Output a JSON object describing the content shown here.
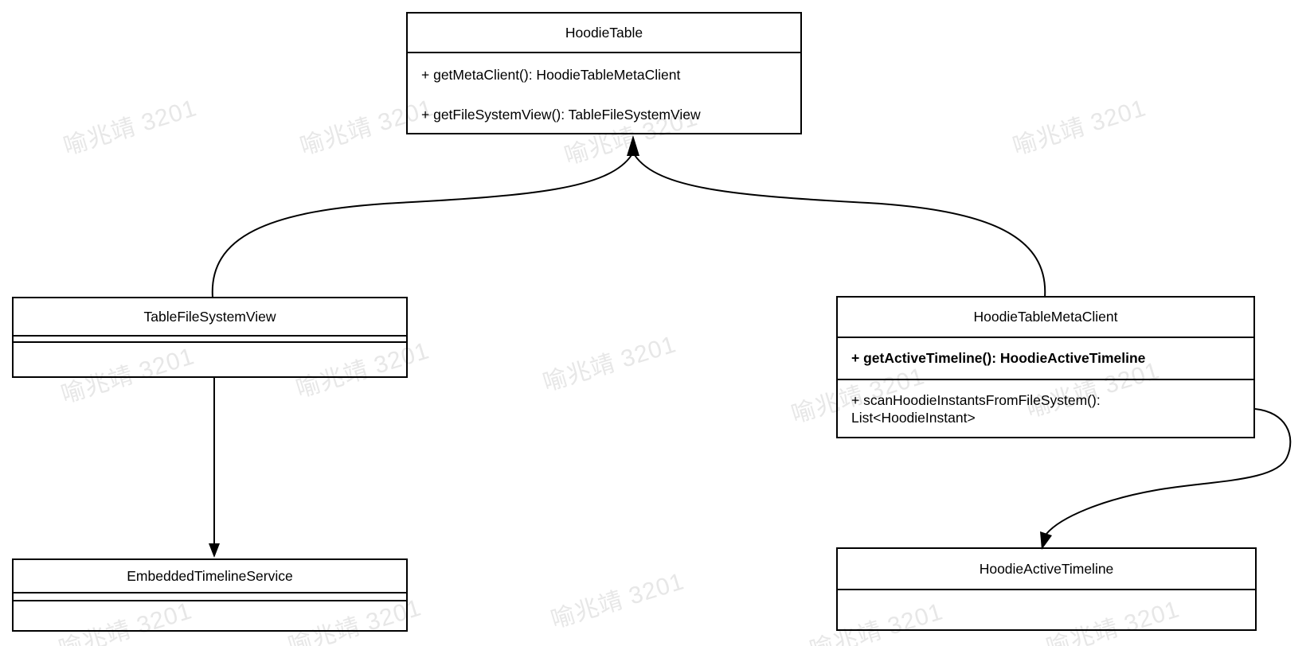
{
  "watermark": {
    "text": "喻兆靖 3201",
    "color": "#e7e7e7"
  },
  "colors": {
    "stroke": "#000000",
    "background": "#ffffff",
    "text": "#000000"
  },
  "classes": {
    "hoodieTable": {
      "name": "HoodieTable",
      "method1": "+ getMetaClient(): HoodieTableMetaClient",
      "method2": "+ getFileSystemView(): TableFileSystemView"
    },
    "tableFileSystemView": {
      "name": "TableFileSystemView"
    },
    "hoodieTableMetaClient": {
      "name": "HoodieTableMetaClient",
      "method1": "+ getActiveTimeline(): HoodieActiveTimeline",
      "method2": "+ scanHoodieInstantsFromFileSystem(): List<HoodieInstant>"
    },
    "embeddedTimelineService": {
      "name": "EmbeddedTimelineService"
    },
    "hoodieActiveTimeline": {
      "name": "HoodieActiveTimeline"
    }
  },
  "relations": [
    {
      "from": "TableFileSystemView",
      "to": "HoodieTable",
      "type": "curved-arrow"
    },
    {
      "from": "HoodieTableMetaClient",
      "to": "HoodieTable",
      "type": "curved-arrow"
    },
    {
      "from": "TableFileSystemView",
      "to": "EmbeddedTimelineService",
      "type": "straight-arrow"
    },
    {
      "from": "HoodieTableMetaClient",
      "to": "HoodieActiveTimeline",
      "type": "s-curved-arrow"
    }
  ]
}
